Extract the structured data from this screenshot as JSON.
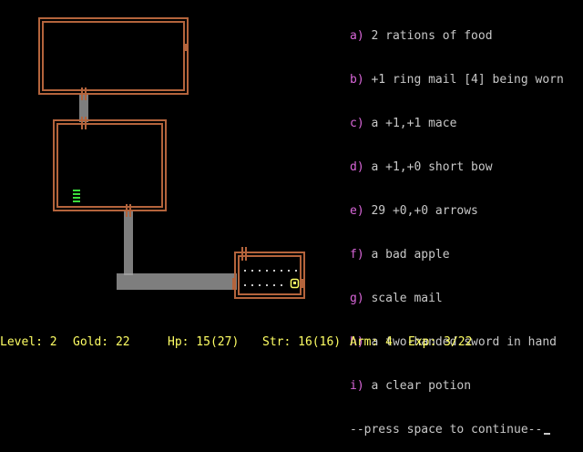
{
  "inventory": {
    "items": [
      {
        "key": "a)",
        "text": "2 rations of food"
      },
      {
        "key": "b)",
        "text": "+1 ring mail [4] being worn"
      },
      {
        "key": "c)",
        "text": "a +1,+1 mace"
      },
      {
        "key": "d)",
        "text": "a +1,+0 short bow"
      },
      {
        "key": "e)",
        "text": "29 +0,+0 arrows"
      },
      {
        "key": "f)",
        "text": "a bad apple"
      },
      {
        "key": "g)",
        "text": "scale mail"
      },
      {
        "key": "h)",
        "text": "a two-handed sword in hand"
      },
      {
        "key": "i)",
        "text": "a clear potion"
      }
    ],
    "prompt": "--press space to continue--"
  },
  "status": {
    "level": "Level: 2",
    "gold": "Gold: 22",
    "hp": "Hp: 15(27)",
    "str": "Str: 16(16)",
    "arm": "Arm: 4",
    "exp": "Exp: 3/22"
  },
  "colors": {
    "wall": "#b4643c",
    "inventory_key": "#d966d9",
    "status": "#ffff64",
    "stairs": "#3cdc3c"
  }
}
